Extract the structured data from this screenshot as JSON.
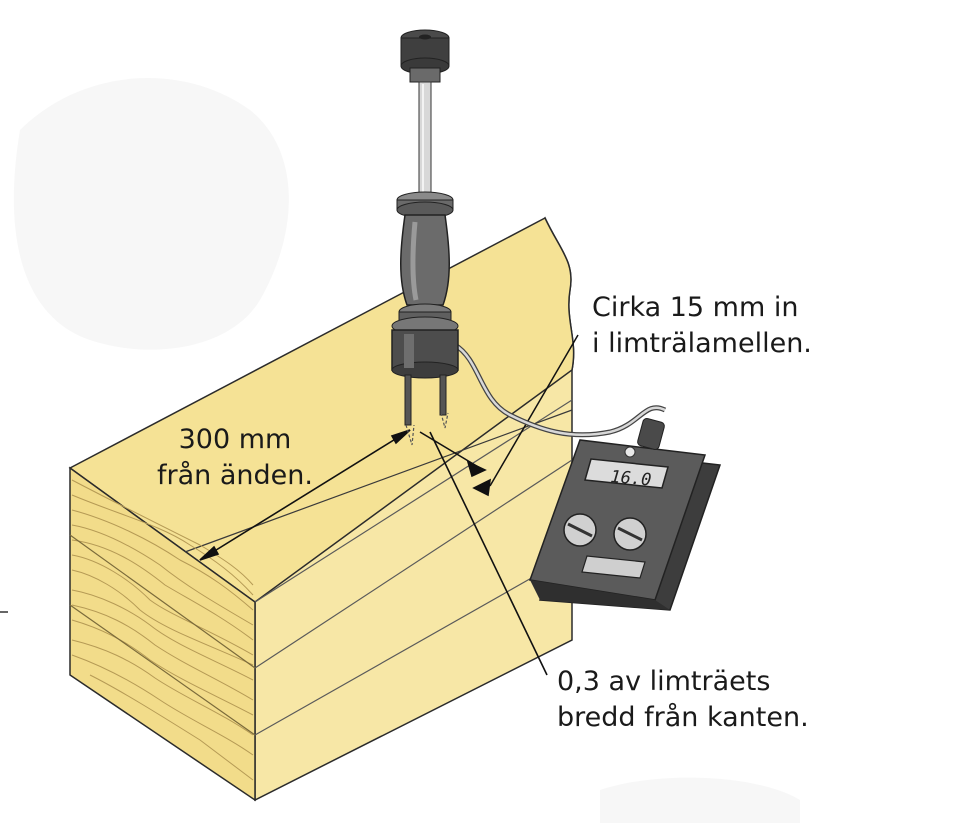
{
  "callouts": {
    "end_distance": {
      "line1": "300 mm",
      "line2": "från änden."
    },
    "depth": {
      "line1": "Cirka 15 mm in",
      "line2": "i limträlamellen."
    },
    "width_fraction": {
      "line1": "0,3 av limträets",
      "line2": "bredd från kanten."
    }
  },
  "meter": {
    "display_value": "16.0"
  },
  "colors": {
    "wood_top": "#f5e295",
    "wood_front": "#f2dc8a",
    "wood_side": "#f7e7a6",
    "grain": "#b59a55",
    "device_body": "#5b5b5b",
    "device_dark": "#3d3d3d",
    "display_bg": "#dcdcdc"
  }
}
